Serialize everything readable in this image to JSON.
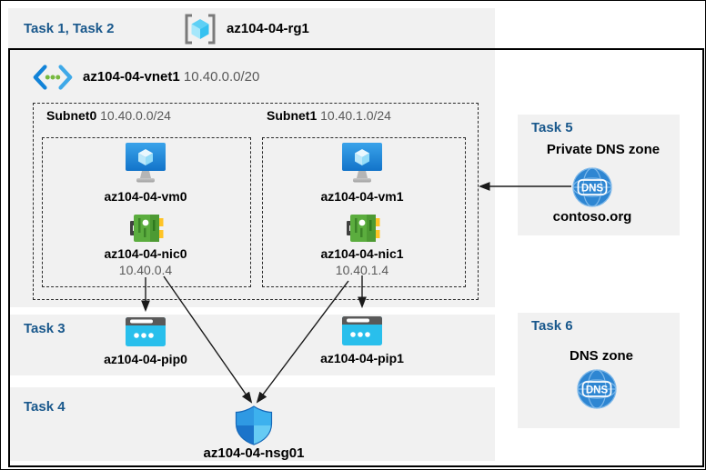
{
  "colors": {
    "task_label_blue": "#19588C",
    "panel_gray": "#F1F1F1",
    "text_gray": "#595959",
    "arrow_black": "#1A1A1A",
    "vm_blue": "#1E86DC",
    "nic_green": "#5BAD3E",
    "nic_yellow": "#FFC425",
    "pip_cyan": "#29BFEC",
    "dns_blue": "#2E86D2",
    "shield_quadrants": [
      "#2F99E3",
      "#3DB1EE",
      "#1B74CA",
      "#66CBF4"
    ]
  },
  "header": {
    "tasks": "Task 1, Task 2",
    "resource_group": "az104-04-rg1"
  },
  "vnet": {
    "name": "az104-04-vnet1",
    "cidr": "10.40.0.0/20"
  },
  "subnets": [
    {
      "name": "Subnet0",
      "cidr": "10.40.0.0/24",
      "vm_name": "az104-04-vm0",
      "nic_name": "az104-04-nic0",
      "nic_ip": "10.40.0.4"
    },
    {
      "name": "Subnet1",
      "cidr": "10.40.1.0/24",
      "vm_name": "az104-04-vm1",
      "nic_name": "az104-04-nic1",
      "nic_ip": "10.40.1.4"
    }
  ],
  "task3": {
    "label": "Task 3",
    "pip0": "az104-04-pip0",
    "pip1": "az104-04-pip1"
  },
  "task4": {
    "label": "Task 4",
    "nsg_name": "az104-04-nsg01"
  },
  "task5": {
    "label": "Task 5",
    "title": "Private DNS zone",
    "zone_name": "contoso.org",
    "icon_text": "DNS"
  },
  "task6": {
    "label": "Task 6",
    "title": "DNS zone",
    "icon_text": "DNS"
  }
}
